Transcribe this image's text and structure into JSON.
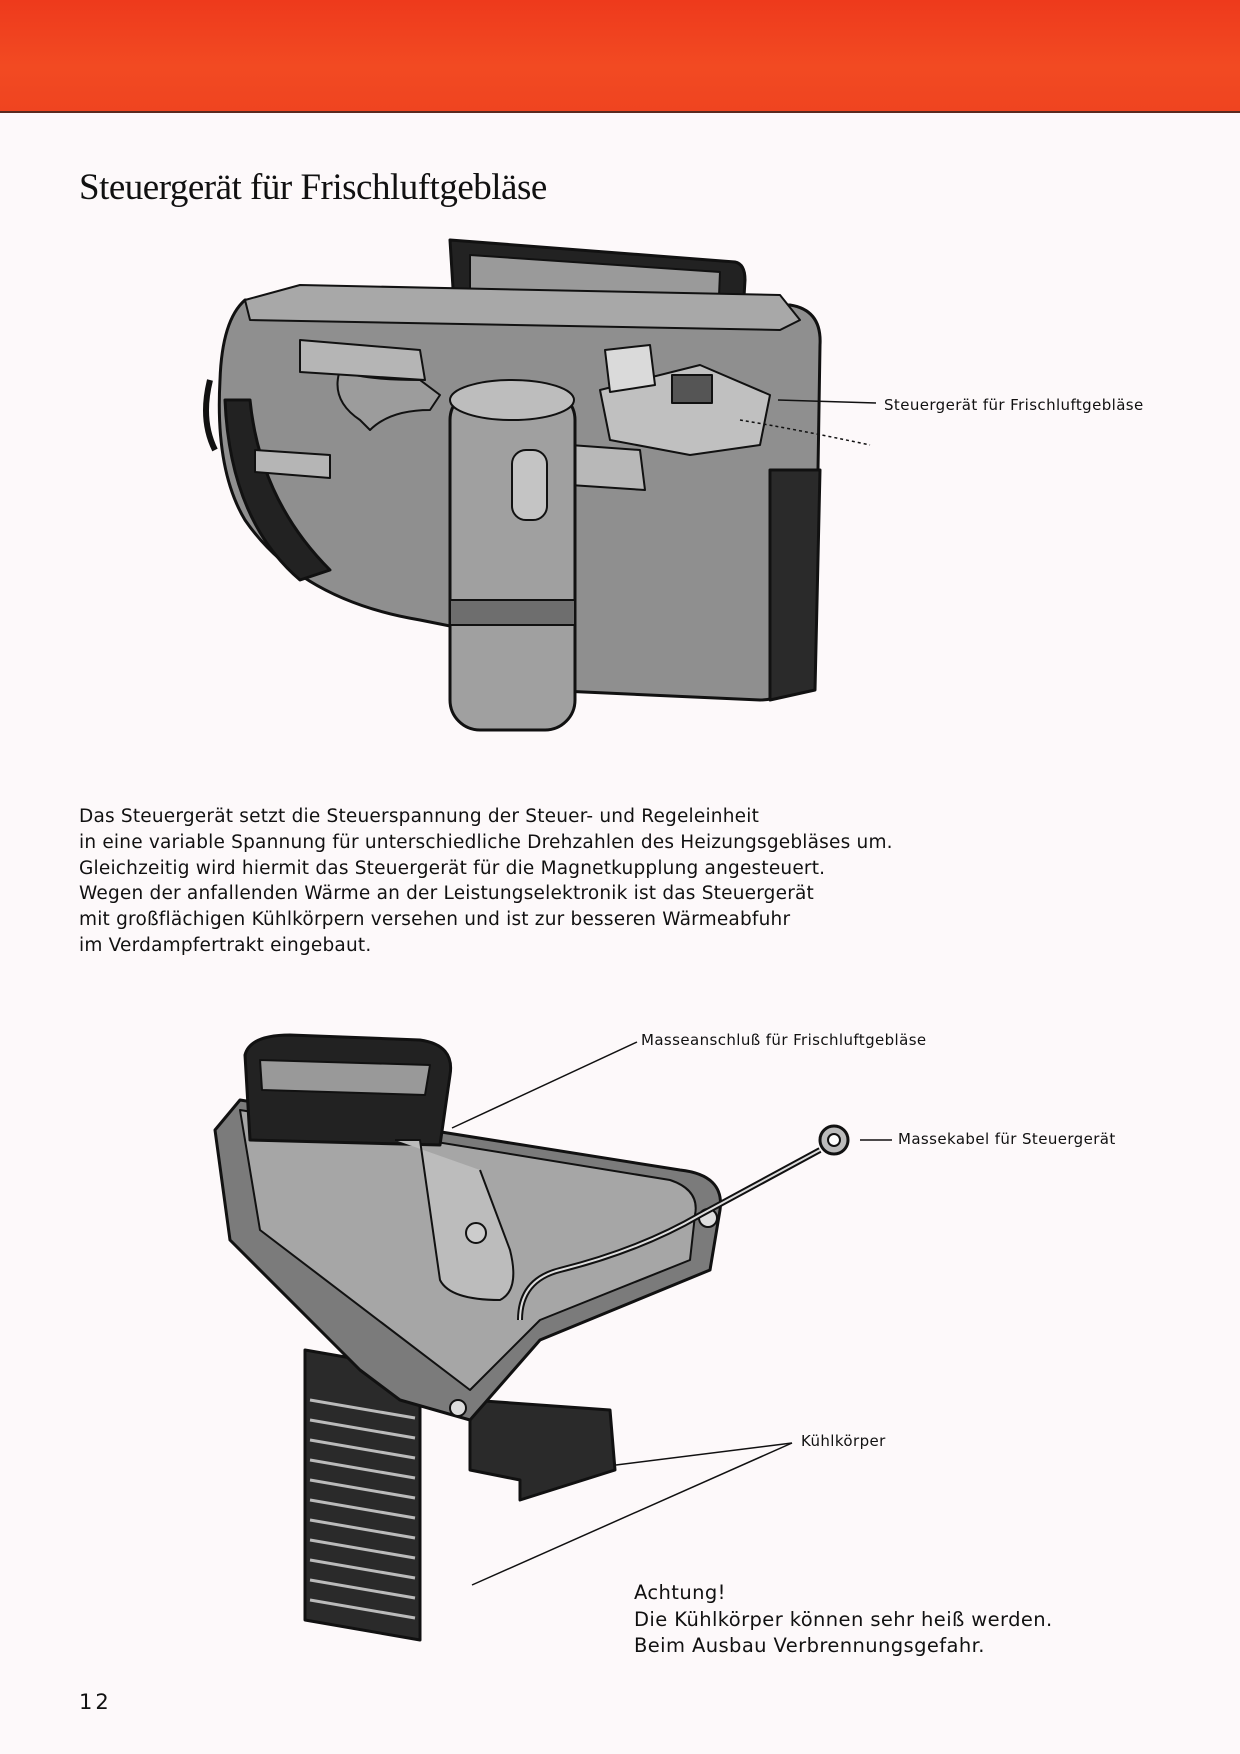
{
  "header": {
    "band_color": "#f0401e"
  },
  "page": {
    "title": "Steuergerät für Frischluftgebläse",
    "paragraph": [
      "Das Steuergerät setzt die Steuerspannung der Steuer- und Regeleinheit",
      "in eine variable Spannung für unterschiedliche Drehzahlen des Heizungsgebläses um.",
      "Gleichzeitig wird hiermit das Steuergerät für die Magnetkupplung angesteuert.",
      "Wegen der anfallenden Wärme an der Leistungselektronik ist das Steuergerät",
      "mit großflächigen Kühlkörpern versehen und ist zur besseren Wärmeabfuhr",
      "im Verdampfertrakt eingebaut."
    ],
    "page_number": "12"
  },
  "figure1": {
    "labels": {
      "control_unit": "Steuergerät für Frischluftgebläse"
    }
  },
  "figure2": {
    "labels": {
      "ground_connection": "Masseanschluß für Frischluftgebläse",
      "ground_cable": "Massekabel für Steuergerät",
      "heat_sink": "Kühlkörper"
    },
    "warning": [
      "Achtung!",
      "Die Kühlkörper können sehr heiß werden.",
      "Beim Ausbau Verbrennungsgefahr."
    ]
  }
}
